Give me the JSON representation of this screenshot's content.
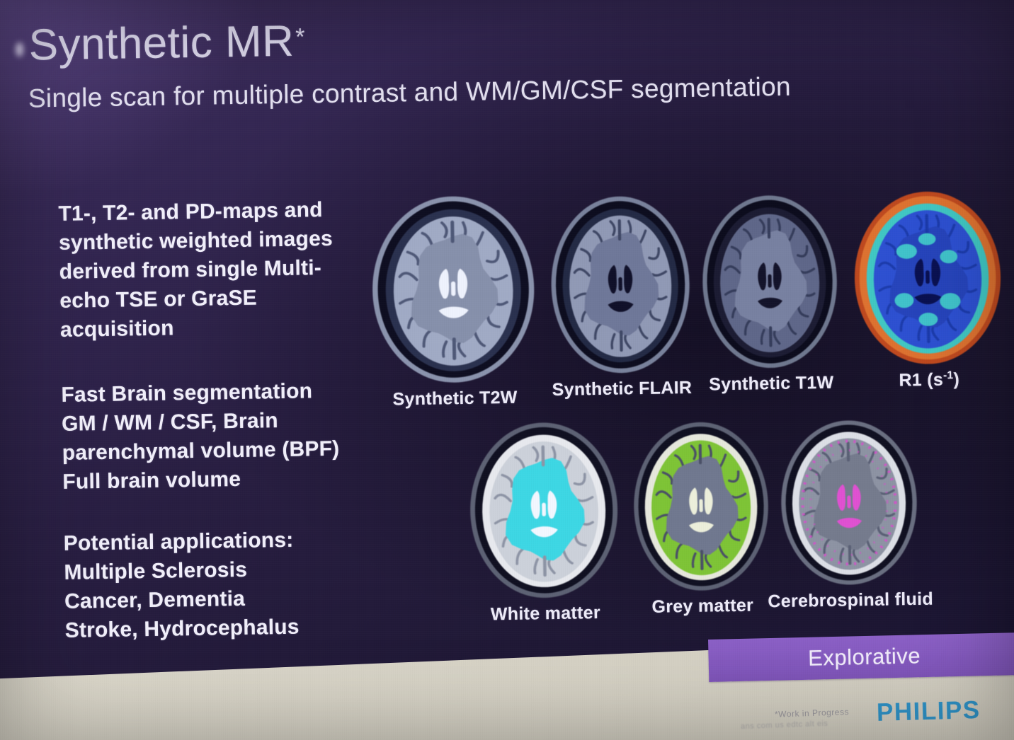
{
  "slide": {
    "title": "Synthetic MR",
    "title_mark": "*",
    "subtitle": "Single scan for multiple contrast and WM/GM/CSF segmentation",
    "paragraphs": [
      {
        "lines": [
          "T1-, T2- and PD-maps and",
          "synthetic weighted images",
          "derived from single Multi-",
          "echo TSE or GraSE",
          "acquisition"
        ]
      },
      {
        "lines": [
          "Fast Brain segmentation",
          "GM / WM / CSF, Brain",
          "parenchymal volume (BPF)",
          "Full brain volume"
        ]
      },
      {
        "lines": [
          "Potential applications:",
          "Multiple Sclerosis",
          "Cancer, Dementia",
          "Stroke, Hydrocephalus"
        ]
      }
    ]
  },
  "gallery": {
    "top_row": [
      {
        "label": "Synthetic T2W",
        "palette": {
          "rim": "#8a93ae",
          "skull": "#0e0e22",
          "band": "#2a3150",
          "cortex": "#a0aac6",
          "sulci": "#4e5878",
          "wm": "#8690ac",
          "vent": "#eef2fd"
        }
      },
      {
        "label": "Synthetic FLAIR",
        "palette": {
          "rim": "#79829d",
          "skull": "#0d0d20",
          "band": "#232a46",
          "cortex": "#9099b6",
          "sulci": "#3e4766",
          "wm": "#6f789a",
          "vent": "#10102a"
        }
      },
      {
        "label": "Synthetic T1W",
        "palette": {
          "rim": "#6f7890",
          "skull": "#0c0c1e",
          "band": "#1c1c34",
          "cortex": "#5f678a",
          "sulci": "#343c5c",
          "wm": "#7881a2",
          "vent": "#13132b"
        }
      },
      {
        "label_pre": "R1 (s",
        "label_sup": "-1",
        "label_post": ")",
        "palette": {
          "rim": "#c2481c",
          "skull": "#e1712c",
          "band": "#3cc8c4",
          "cortex": "#2b50d6",
          "sulci": "#1b3bb0",
          "wm": "#2544c0",
          "vent": "#0a1154",
          "patch": "#3fd2cc"
        }
      }
    ],
    "bottom_row": [
      {
        "label": "White matter",
        "palette": {
          "rim": "#5d6275",
          "skull": "#101022",
          "band": "#e7e9ee",
          "cortex": "#ccd1da",
          "sulci": "#8d94a6",
          "wm": "#38d8e6",
          "vent": "#f2f7ff"
        }
      },
      {
        "label": "Grey matter",
        "palette": {
          "rim": "#5d6275",
          "skull": "#101022",
          "band": "#e6e8dc",
          "cortex": "#7cc531",
          "sulci": "#4a5068",
          "wm": "#707890",
          "vent": "#ecefda"
        }
      },
      {
        "label": "Cerebrospinal fluid",
        "palette": {
          "rim": "#6a6f82",
          "skull": "#101022",
          "band": "#dcdfe6",
          "cortex": "#8d93a4",
          "sulci": "#5a6076",
          "wm": "#757b8e",
          "vent": "#e44fd6",
          "speckle": "#d94fcf"
        }
      }
    ]
  },
  "footer": {
    "badge": "Explorative",
    "badge_color_top": "#8c61c7",
    "badge_color_bottom": "#7e54b8",
    "fine_print_1": "*Work in Progress",
    "fine_print_2": "ans com us edtc alt eis",
    "brand": "PHILIPS",
    "brand_color": "#2f93c8"
  },
  "colors": {
    "slide_bg_light": "#41305f",
    "slide_bg_dark": "#191330",
    "screen_bg": "#dedacd",
    "text": "#f1effa"
  }
}
